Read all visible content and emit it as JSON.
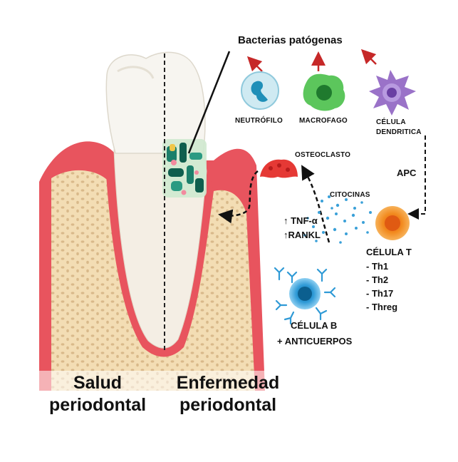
{
  "labels": {
    "bacteria": "Bacterias patógenas",
    "neutrophil": "NEUTRÓFILO",
    "macrophage": "MACROFAGO",
    "dendritic_line1": "CÉLULA",
    "dendritic_line2": "DENDRITICA",
    "apc": "APC",
    "osteoclast": "OSTEOCLASTO",
    "cytokines": "CITOCINAS",
    "tnf": "↑ TNF-α",
    "rankl": "↑RANKL",
    "t_cell": "CÉLULA T",
    "b_cell_line1": "CÉLULA B",
    "b_cell_line2": "+ ANTICUERPOS",
    "health_line1": "Salud",
    "health_line2": "periodontal",
    "disease_line1": "Enfermedad",
    "disease_line2": "periodontal"
  },
  "t_cell_subsets": [
    "- Th1",
    "- Th2",
    "- Th17",
    "- Threg"
  ],
  "colors": {
    "gum": "#e8545e",
    "bone": "#f3ddb4",
    "arrow_red": "#c62828",
    "tooth": "#f7f5f0",
    "t_cell": "#f28a1e"
  },
  "icons": [
    "neutrophil-icon",
    "macrophage-icon",
    "dendritic-cell-icon",
    "osteoclast-icon",
    "t-cell-icon",
    "b-cell-icon",
    "antibody-icon",
    "bacteria-plaque-icon"
  ]
}
